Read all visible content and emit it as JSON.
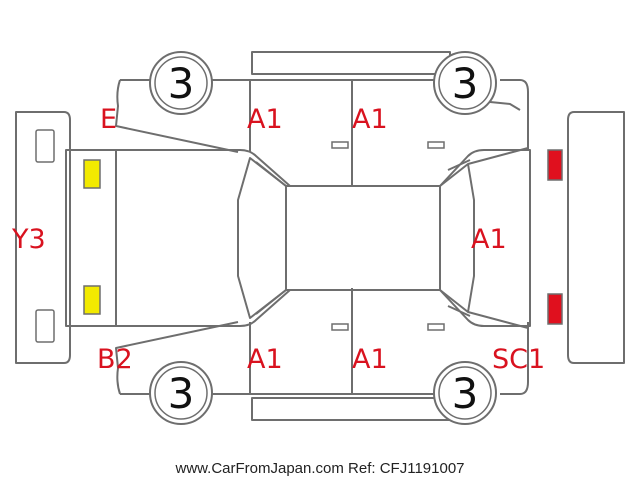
{
  "labels": {
    "front_left_fender": "E",
    "front_bumper": "Y3",
    "rear_left_fender": "B2",
    "front_left_door": "A1",
    "rear_left_door": "A1",
    "front_right_door": "A1",
    "rear_right_door": "A1",
    "rear_panel": "A1",
    "rear_right_corner": "SC1"
  },
  "wheels": {
    "top_left": "3",
    "top_right": "3",
    "bottom_left": "3",
    "bottom_right": "3"
  },
  "colors": {
    "label_red": "#d9121f",
    "headlight_yellow": "#f2ea00",
    "taillight_red": "#e0101e",
    "outline_gray": "#6e6e6e"
  },
  "footer": "www.CarFromJapan.com Ref: CFJ1191007"
}
